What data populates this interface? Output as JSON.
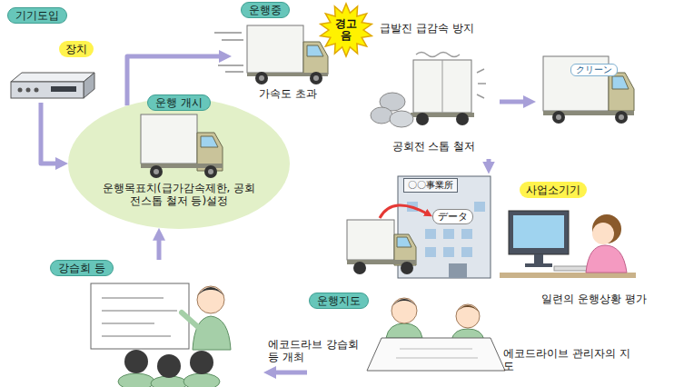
{
  "diagram": {
    "nodes": [
      {
        "text": [
          "기기도입",
          "장치"
        ]
      },
      {
        "text": [
          "운행 개시",
          "운행목표치(급가감속제한, 공회전스톱 철저 등)설정"
        ]
      },
      {
        "text": [
          "운행중",
          "가속도 초과"
        ]
      },
      {
        "text": [
          "경고음"
        ]
      },
      {
        "text": [
          "공회전 스톱 철저"
        ]
      },
      {
        "text": [
          "クリーン"
        ]
      },
      {
        "text": [
          "〇〇事業所",
          "データ"
        ]
      },
      {
        "text": [
          "사업소기기",
          "일련의 운행상황 평가"
        ]
      },
      {
        "text": [
          "운행지도",
          "에코드라이브 관리자의 지도"
        ]
      },
      {
        "text": [
          "강습회 등",
          "에코드라브 강습회 등 개최"
        ]
      }
    ],
    "edges": [
      {
        "from": 0,
        "to": 1,
        "arrow": "to"
      },
      {
        "from": 1,
        "to": 2,
        "arrow": "to"
      },
      {
        "from": 4,
        "to": 5,
        "arrow": "to"
      },
      {
        "from": 4,
        "to": 6,
        "arrow": "to"
      },
      {
        "from": 8,
        "to": 9,
        "arrow": "to"
      },
      {
        "from": 9,
        "to": 1,
        "arrow": "to"
      }
    ],
    "labels": [
      "급발진 급감속 방지"
    ]
  }
}
